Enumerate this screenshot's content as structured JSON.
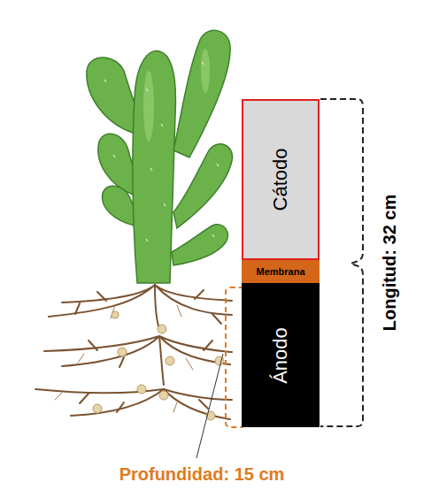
{
  "diagram": {
    "nodes": [
      {
        "text": [
          "Cátodo"
        ]
      },
      {
        "text": [
          "Membrana"
        ]
      },
      {
        "text": [
          "Ánodo"
        ]
      }
    ],
    "labels": [
      "Longitud: 32 cm",
      "Profundidad: 15 cm"
    ]
  }
}
